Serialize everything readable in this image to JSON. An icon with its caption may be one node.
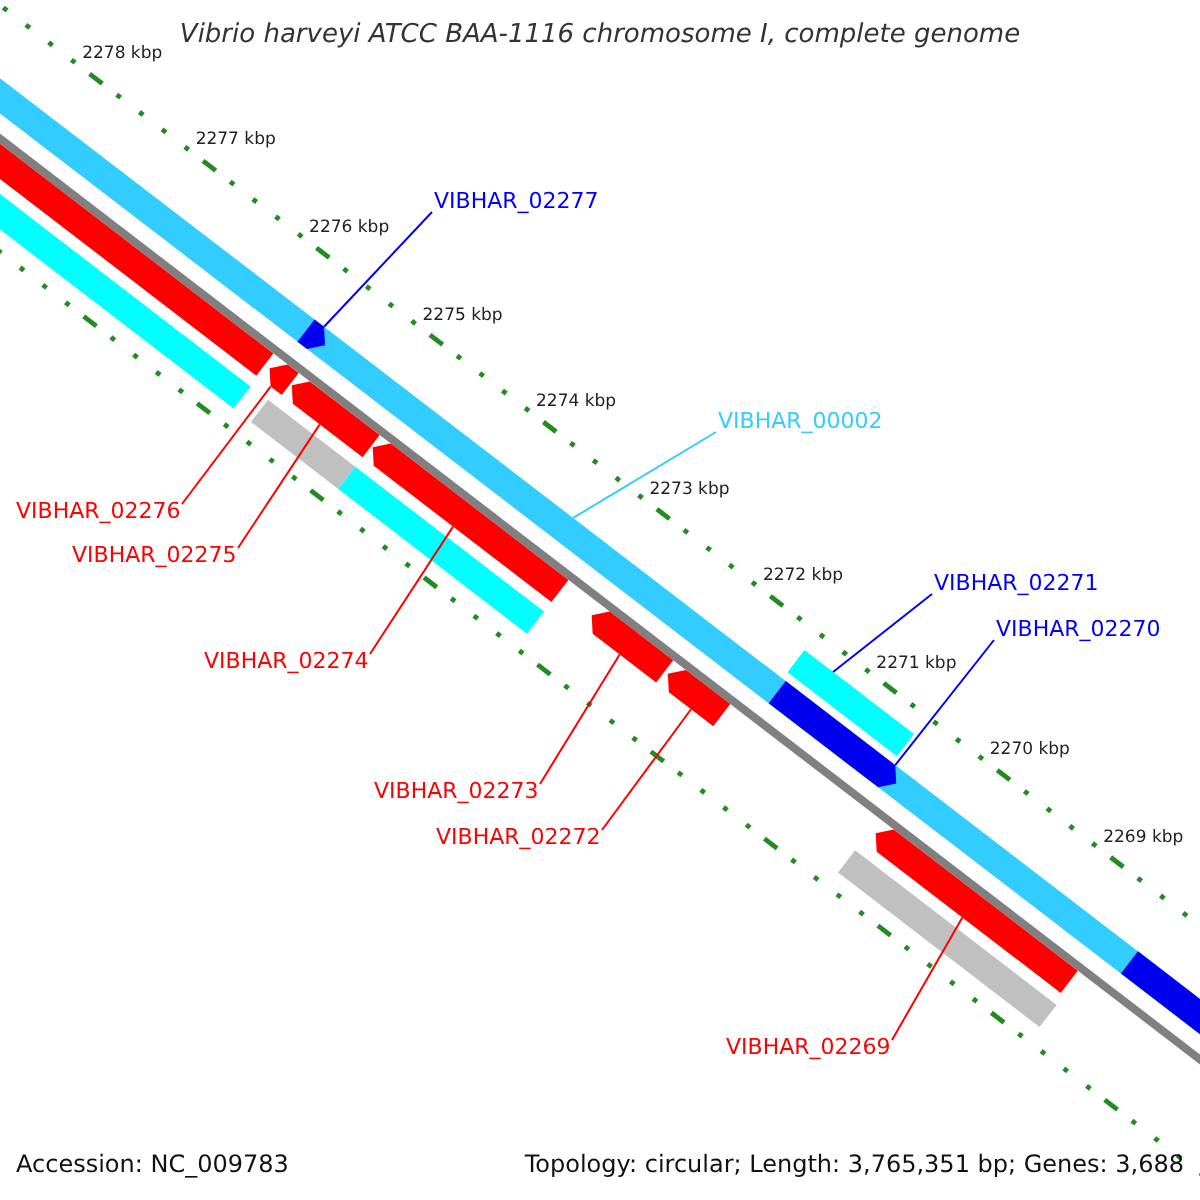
{
  "diagram": {
    "title": "Vibrio harveyi ATCC BAA-1116 chromosome I, complete genome",
    "nodes": [
      {
        "text": [
          "VIBHAR_02277"
        ]
      },
      {
        "text": [
          "VIBHAR_00002"
        ]
      },
      {
        "text": [
          "VIBHAR_02276"
        ]
      },
      {
        "text": [
          "VIBHAR_02275"
        ]
      },
      {
        "text": [
          "VIBHAR_02271"
        ]
      },
      {
        "text": [
          "VIBHAR_02270"
        ]
      },
      {
        "text": [
          "VIBHAR_02274"
        ]
      },
      {
        "text": [
          "VIBHAR_02273"
        ]
      },
      {
        "text": [
          "VIBHAR_02272"
        ]
      },
      {
        "text": [
          "VIBHAR_02269"
        ]
      },
      {
        "text": [],
        "shape": "arrow",
        "in": 11
      },
      {
        "text": [],
        "shape": "bar"
      },
      {
        "text": [],
        "shape": "arrow"
      },
      {
        "text": [],
        "shape": "arrow"
      },
      {
        "text": [],
        "shape": "bar"
      },
      {
        "text": [],
        "shape": "arrow",
        "in": 11
      },
      {
        "text": [],
        "shape": "arrow"
      },
      {
        "text": [],
        "shape": "arrow"
      },
      {
        "text": [],
        "shape": "arrow"
      },
      {
        "text": [],
        "shape": "arrow"
      },
      {
        "text": [],
        "shape": "arrow"
      },
      {
        "text": [],
        "shape": "bar"
      },
      {
        "text": [],
        "shape": "bar"
      },
      {
        "text": [],
        "shape": "bar"
      },
      {
        "text": [],
        "shape": "bar"
      },
      {
        "text": [],
        "shape": "arrow",
        "in": 11
      }
    ],
    "edges": [
      {
        "from": 0,
        "to": 10,
        "arrow": "none",
        "color": "#0000ff"
      },
      {
        "from": 1,
        "to": 11,
        "arrow": "none",
        "color": "#33ccff"
      },
      {
        "from": 2,
        "to": 12,
        "arrow": "none"
      },
      {
        "from": 3,
        "to": 13,
        "arrow": "none"
      },
      {
        "from": 4,
        "to": 14,
        "arrow": "none",
        "color": "#0000ff"
      },
      {
        "from": 5,
        "to": 15,
        "arrow": "none",
        "color": "#0000ff"
      },
      {
        "from": 6,
        "to": 16,
        "arrow": "none"
      },
      {
        "from": 7,
        "to": 17,
        "arrow": "none"
      },
      {
        "from": 8,
        "to": 18,
        "arrow": "none"
      },
      {
        "from": 9,
        "to": 19,
        "arrow": "none"
      }
    ],
    "labels": [
      "2278 kbp",
      "2277 kbp",
      "2276 kbp",
      "2275 kbp",
      "2274 kbp",
      "2273 kbp",
      "2272 kbp",
      "2271 kbp",
      "2270 kbp",
      "2269 kbp",
      "Accession: NC_009783",
      "Topology: circular; Length: 3,765,351 bp; Genes: 3,688"
    ]
  }
}
